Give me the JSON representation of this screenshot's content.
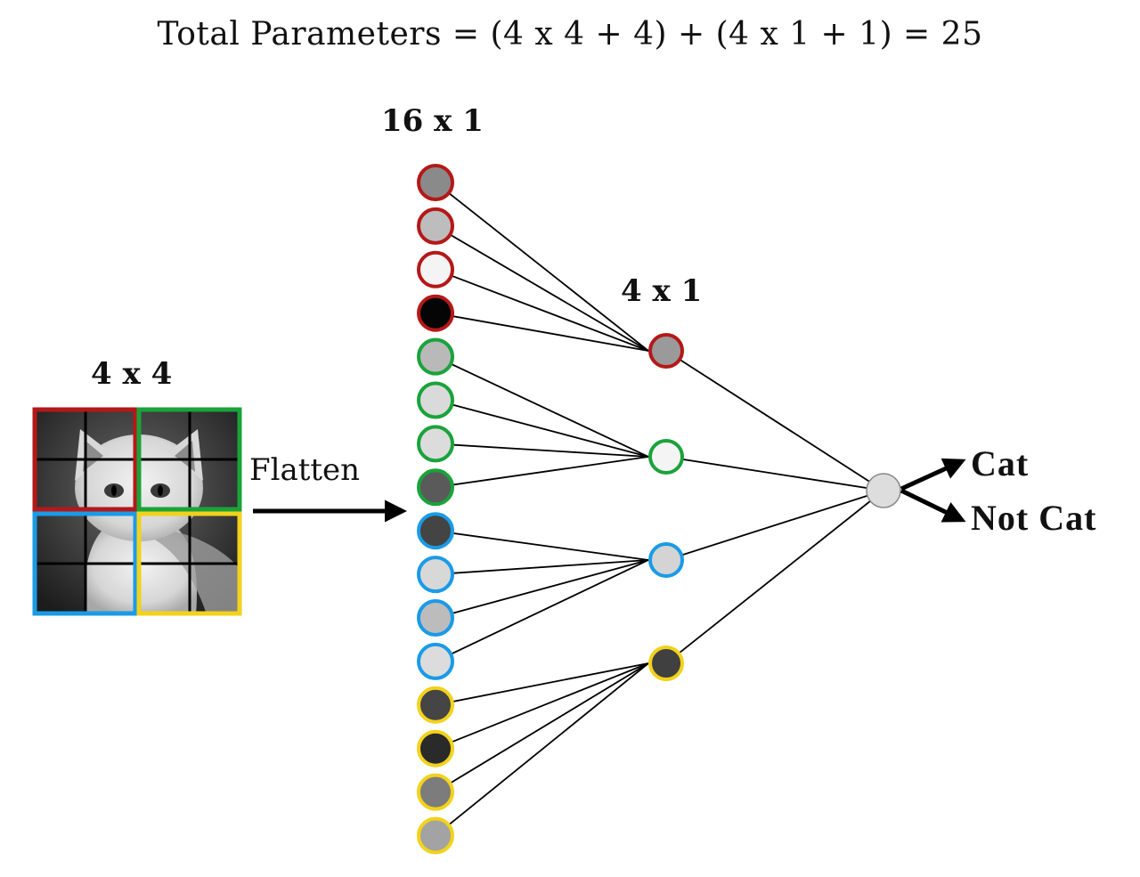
{
  "title": "Total Parameters = (4 x 4 + 4) + (4 x 1 + 1) = 25",
  "labels": {
    "input_grid": "4 x 4",
    "flatten_layer": "16 x 1",
    "hidden_layer": "4 x 1",
    "flatten_arrow": "Flatten"
  },
  "outputs": [
    "Cat",
    "Not Cat"
  ],
  "colors": {
    "red": "#b51818",
    "green": "#1aa33a",
    "blue": "#1a9be6",
    "yellow": "#f2d21b",
    "line": "#000000"
  },
  "input_quadrants": [
    "red",
    "green",
    "blue",
    "yellow"
  ],
  "flatten_nodes": [
    {
      "group": "red",
      "fill": "#8a8a8a"
    },
    {
      "group": "red",
      "fill": "#bdbdbd"
    },
    {
      "group": "red",
      "fill": "#f4f4f4"
    },
    {
      "group": "red",
      "fill": "#050505"
    },
    {
      "group": "green",
      "fill": "#b9b9b9"
    },
    {
      "group": "green",
      "fill": "#dadada"
    },
    {
      "group": "green",
      "fill": "#dcdcdc"
    },
    {
      "group": "green",
      "fill": "#5a5a5a"
    },
    {
      "group": "blue",
      "fill": "#444444"
    },
    {
      "group": "blue",
      "fill": "#d8d8d8"
    },
    {
      "group": "blue",
      "fill": "#bcbcbc"
    },
    {
      "group": "blue",
      "fill": "#dcdcdc"
    },
    {
      "group": "yellow",
      "fill": "#454545"
    },
    {
      "group": "yellow",
      "fill": "#2a2a2a"
    },
    {
      "group": "yellow",
      "fill": "#7c7c7c"
    },
    {
      "group": "yellow",
      "fill": "#a3a3a3"
    }
  ],
  "hidden_nodes": [
    {
      "group": "red",
      "fill": "#9a9a9a"
    },
    {
      "group": "green",
      "fill": "#f4f4f4"
    },
    {
      "group": "blue",
      "fill": "#d4d4d4"
    },
    {
      "group": "yellow",
      "fill": "#404040"
    }
  ],
  "output_node": {
    "fill": "#dddddd",
    "stroke": "#888888"
  }
}
